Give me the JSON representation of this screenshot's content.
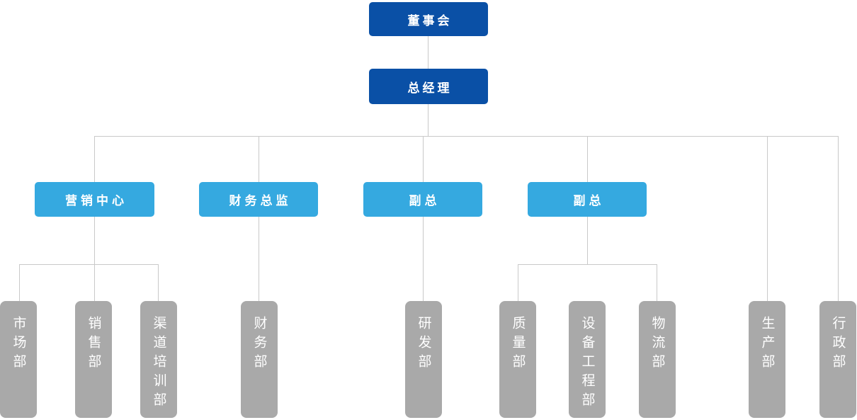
{
  "org_chart": {
    "board": {
      "label": "董事会"
    },
    "general_manager": {
      "label": "总经理"
    },
    "executives": [
      {
        "label": "营销中心",
        "departments": [
          "市场部",
          "销售部",
          "渠道培训部"
        ]
      },
      {
        "label": "财务总监",
        "departments": [
          "财务部"
        ]
      },
      {
        "label": "副总",
        "departments": [
          "研发部"
        ]
      },
      {
        "label": "副总",
        "departments": [
          "质量部",
          "设备工程部",
          "物流部"
        ]
      }
    ],
    "gm_direct_departments": [
      "生产部",
      "行政部"
    ],
    "colors": {
      "level1_bg": "#0a50a6",
      "level2_bg": "#35a9e0",
      "department_bg": "#a9a9a9",
      "connector_line": "#c9c9c9",
      "text": "#ffffff",
      "background": "#ffffff"
    }
  }
}
